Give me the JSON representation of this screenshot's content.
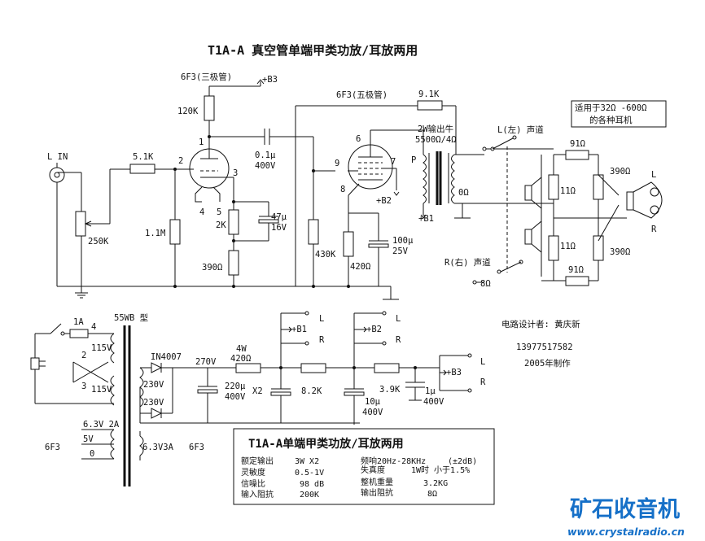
{
  "title": "T1A-A 真空管单端甲类功放/耳放两用",
  "labels": {
    "v1_name": "6F3(三极管)",
    "v2_name": "6F3(五极管)",
    "b3_top": "+B3",
    "lin": "L IN",
    "r_in": "5.1K",
    "pot": "250K",
    "r120k": "120K",
    "r11m": "1.1M",
    "cap_coupling": "0.1μ",
    "cap_coupling_v": "400V",
    "cathode_r": "2K",
    "cathode_r2": "390Ω",
    "cathode_c": "47μ",
    "cathode_c_v": "16V",
    "grid_r": "430K",
    "v2_cathode_r": "420Ω",
    "v2_cathode_c": "100μ",
    "v2_cathode_c_v": "25V",
    "fb_r": "9.1K",
    "opt": "2W输出牛",
    "opt_imp": "5500Ω/4Ω",
    "p": "P",
    "b2": "+B2",
    "b1": "+B1",
    "ohm0": "0Ω",
    "ch_l": "L(左) 声道",
    "ch_r": "R(右) 声道",
    "ohm8": "8Ω",
    "r91_top": "91Ω",
    "r91_bot": "91Ω",
    "r11_top": "11Ω",
    "r11_bot": "11Ω",
    "r390_top": "390Ω",
    "r390_bot": "390Ω",
    "phone_note_1": "适用于32Ω -600Ω",
    "phone_note_2": "的各种耳机",
    "phone_l": "L",
    "phone_r": "R",
    "pin1": "1",
    "pin2": "2",
    "pin3": "3",
    "pin4": "4",
    "pin5": "5",
    "pin6": "6",
    "pin7": "7",
    "pin8": "8",
    "pin9": "9"
  },
  "psu": {
    "fuse": "1A",
    "transformer": "55WB 型",
    "pin4": "4",
    "pin2": "2",
    "pin3": "3",
    "v115a": "115V",
    "v115b": "115V",
    "rect": "IN4007",
    "v270": "270V",
    "v230a": "230V",
    "v230b": "230V",
    "r4w": "4W",
    "r420": "420Ω",
    "c220": "220μ",
    "c220_v": "400V",
    "x2": "X2",
    "r82k": "8.2K",
    "c10": "10μ",
    "c10_v": "400V",
    "r39k": "3.9K",
    "c1": "1μ",
    "c1_v": "400V",
    "b1": "+B1",
    "b2": "+B2",
    "b3": "+B3",
    "l1": "L",
    "r1": "R",
    "l2": "L",
    "r2": "R",
    "l3": "L",
    "r3": "R",
    "h63_2a": "6.3V 2A",
    "h5v": "5V",
    "h0": "0",
    "h63_3a": "6.3V3A",
    "f6f3_left": "6F3",
    "f6f3_right": "6F3"
  },
  "credits": {
    "designer": "电路设计者: 黄庆新",
    "phone": "13977517582",
    "year": "2005年制作"
  },
  "spec": {
    "title": "T1A-A单端甲类功放/耳放两用",
    "rows": [
      {
        "k1": "额定输出",
        "v1": "3W X2",
        "k2": "频响20Hz-28KHz",
        "v2": "(±2dB)"
      },
      {
        "k1": "灵敏度",
        "v1": "0.5-1V",
        "k2": "失真度",
        "v2": "1W时 小于1.5%"
      },
      {
        "k1": "信噪比",
        "v1": "98 dB",
        "k2": "整机重量",
        "v2": "3.2KG"
      },
      {
        "k1": "输入阻抗",
        "v1": "200K",
        "k2": "输出阻抗",
        "v2": "8Ω"
      }
    ]
  },
  "brand": {
    "name": "矿石收音机",
    "url": "www.crystalradio.cn"
  }
}
